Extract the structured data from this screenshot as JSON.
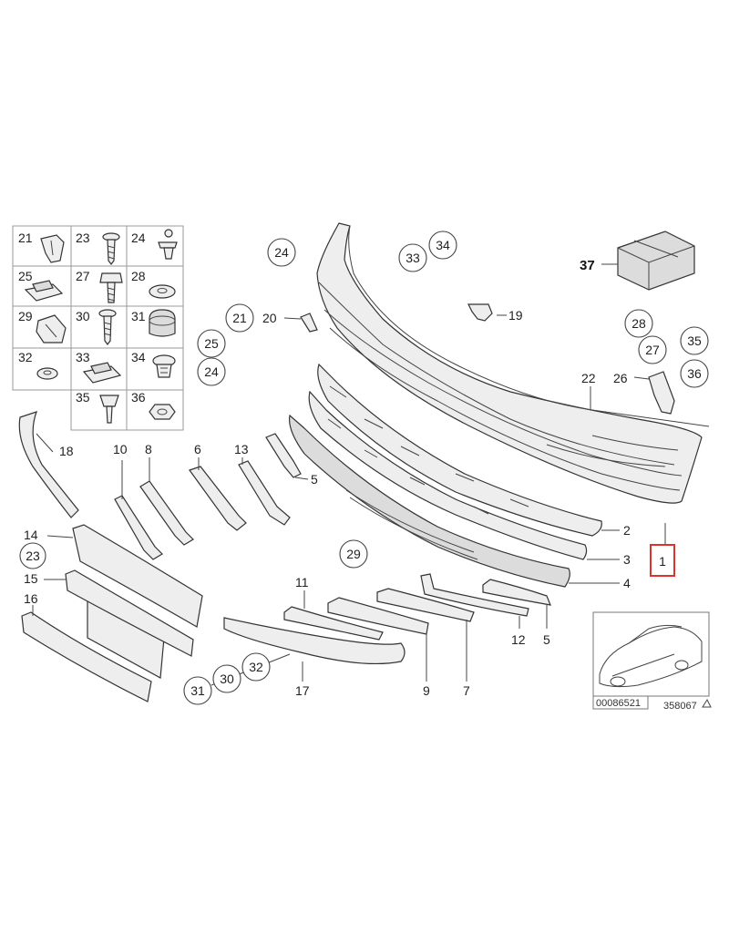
{
  "diagram": {
    "hardware_grid": [
      {
        "id": "21",
        "label": "21"
      },
      {
        "id": "23",
        "label": "23"
      },
      {
        "id": "24",
        "label": "24"
      },
      {
        "id": "25",
        "label": "25"
      },
      {
        "id": "27",
        "label": "27"
      },
      {
        "id": "28",
        "label": "28"
      },
      {
        "id": "29",
        "label": "29"
      },
      {
        "id": "30",
        "label": "30"
      },
      {
        "id": "31",
        "label": "31"
      },
      {
        "id": "32",
        "label": "32"
      },
      {
        "id": "33",
        "label": "33"
      },
      {
        "id": "34",
        "label": "34"
      },
      {
        "id": "35",
        "label": "35"
      },
      {
        "id": "36",
        "label": "36"
      }
    ],
    "callouts": [
      {
        "label": "24",
        "circled": true
      },
      {
        "label": "33",
        "circled": true
      },
      {
        "label": "34",
        "circled": true
      },
      {
        "label": "37",
        "circled": false
      },
      {
        "label": "21",
        "circled": true
      },
      {
        "label": "20",
        "circled": false
      },
      {
        "label": "19",
        "circled": false
      },
      {
        "label": "25",
        "circled": true
      },
      {
        "label": "24",
        "circled": true
      },
      {
        "label": "28",
        "circled": true
      },
      {
        "label": "27",
        "circled": true
      },
      {
        "label": "35",
        "circled": true
      },
      {
        "label": "26",
        "circled": false
      },
      {
        "label": "36",
        "circled": true
      },
      {
        "label": "22",
        "circled": false
      },
      {
        "label": "18",
        "circled": false
      },
      {
        "label": "10",
        "circled": false
      },
      {
        "label": "8",
        "circled": false
      },
      {
        "label": "6",
        "circled": false
      },
      {
        "label": "13",
        "circled": false
      },
      {
        "label": "5",
        "circled": false
      },
      {
        "label": "2",
        "circled": false
      },
      {
        "label": "3",
        "circled": false
      },
      {
        "label": "4",
        "circled": false
      },
      {
        "label": "1",
        "circled": false,
        "highlighted": true
      },
      {
        "label": "14",
        "circled": false
      },
      {
        "label": "23",
        "circled": true
      },
      {
        "label": "15",
        "circled": false
      },
      {
        "label": "16",
        "circled": false
      },
      {
        "label": "29",
        "circled": true
      },
      {
        "label": "11",
        "circled": false
      },
      {
        "label": "12",
        "circled": false
      },
      {
        "label": "5",
        "circled": false
      },
      {
        "label": "17",
        "circled": false
      },
      {
        "label": "9",
        "circled": false
      },
      {
        "label": "7",
        "circled": false
      },
      {
        "label": "31",
        "circled": true
      },
      {
        "label": "30",
        "circled": true
      },
      {
        "label": "32",
        "circled": true
      }
    ],
    "inset_code": "00086521",
    "figure_code": "358067"
  },
  "colors": {
    "highlight": "#e0322d",
    "line": "#444444",
    "fill": "#eeeeee"
  }
}
